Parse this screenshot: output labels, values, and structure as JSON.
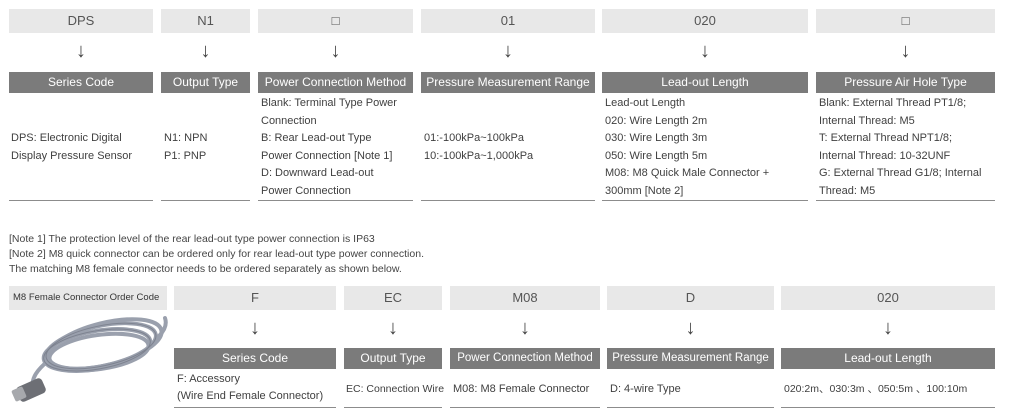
{
  "top": {
    "codes": [
      "DPS",
      "N1",
      "□",
      "01",
      "020",
      "□"
    ],
    "arrow": "↓",
    "headers": [
      "Series Code",
      "Output Type",
      "Power Connection Method",
      "Pressure Measurement Range",
      "Lead-out Length",
      "Pressure Air Hole Type"
    ],
    "bodies": [
      [
        "DPS: Electronic Digital",
        "Display Pressure Sensor"
      ],
      [
        "N1: NPN",
        "P1: PNP"
      ],
      [
        "Blank: Terminal Type Power",
        "Connection",
        "B: Rear Lead-out Type",
        "Power Connection [Note 1]",
        "D: Downward Lead-out",
        "Power Connection"
      ],
      [
        "01:-100kPa~100kPa",
        "10:-100kPa~1,000kPa"
      ],
      [
        "Lead-out Length",
        "020: Wire Length 2m",
        "030: Wire Length 3m",
        "050: Wire Length 5m",
        "M08: M8 Quick Male Connector +",
        "300mm [Note 2]"
      ],
      [
        "Blank: External Thread PT1/8;",
        "Internal Thread: M5",
        "T: External Thread NPT1/8;",
        "Internal Thread: 10-32UNF",
        "G: External Thread G1/8; Internal",
        "Thread: M5"
      ]
    ]
  },
  "notes": [
    "[Note 1] The protection level of the rear lead-out type power connection is IP63",
    "[Note 2] M8 quick connector can be ordered only for rear lead-out type power connection.",
    "The matching M8 female connector needs to be ordered separately as shown below."
  ],
  "bottom": {
    "label": "M8 Female Connector Order Code",
    "codes": [
      "F",
      "EC",
      "M08",
      "D",
      "020"
    ],
    "arrow": "↓",
    "headers": [
      "Series Code",
      "Output Type",
      "Power Connection Method",
      "Pressure Measurement Range",
      "Lead-out Length"
    ],
    "bodies": [
      [
        "F: Accessory",
        "(Wire End Female Connector)"
      ],
      [
        "EC: Connection Wire"
      ],
      [
        "M08: M8 Female Connector"
      ],
      [
        "D: 4-wire Type"
      ],
      [
        "020:2m、030:3m 、050:5m 、100:10m"
      ]
    ]
  },
  "image": {
    "name": "m8-cable-photo",
    "colors": {
      "cable": "#9aa0ad",
      "connector": "#6d6f75"
    }
  }
}
